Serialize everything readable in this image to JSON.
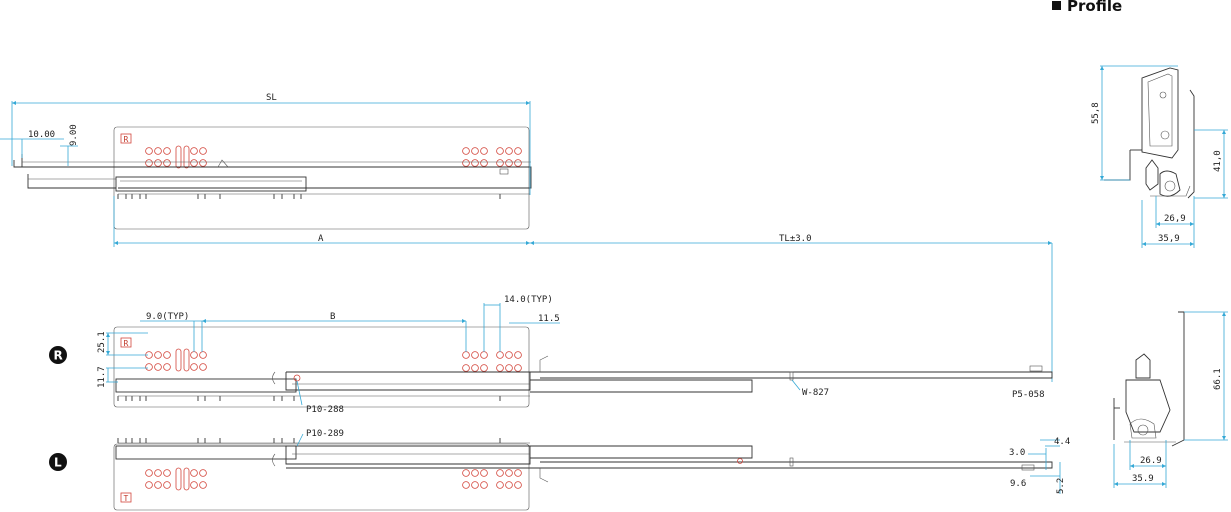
{
  "header": {
    "title": "Profile"
  },
  "markers": {
    "right": "R",
    "left": "L"
  },
  "plate_labels": {
    "right_plate": "R",
    "left_plate": "T"
  },
  "dimensions": {
    "sl": "SL",
    "d_10": "10.00",
    "d_9": "9.00",
    "a": "A",
    "tl": "TL±3.0",
    "typ9": "9.0(TYP)",
    "b": "B",
    "typ14": "14.0(TYP)",
    "d_11_5": "11.5",
    "d_25_1": "25.1",
    "d_11_7": "11.7",
    "d_3_0": "3.0",
    "d_4_4": "4.4",
    "d_9_6": "9.6",
    "d_5_2": "5.2",
    "p_55_8": "55,8",
    "p_41_0": "41,0",
    "p_26_9a": "26,9",
    "p_35_9a": "35,9",
    "p_66_1": "66.1",
    "p_26_9b": "26.9",
    "p_35_9b": "35.9"
  },
  "part_labels": {
    "p10_288": "P10-288",
    "p10_289": "P10-289",
    "w_827": "W-827",
    "p5_058": "P5-058"
  },
  "colors": {
    "dimension": "#35a9d6",
    "hole": "#d3463c",
    "line": "#333333"
  }
}
